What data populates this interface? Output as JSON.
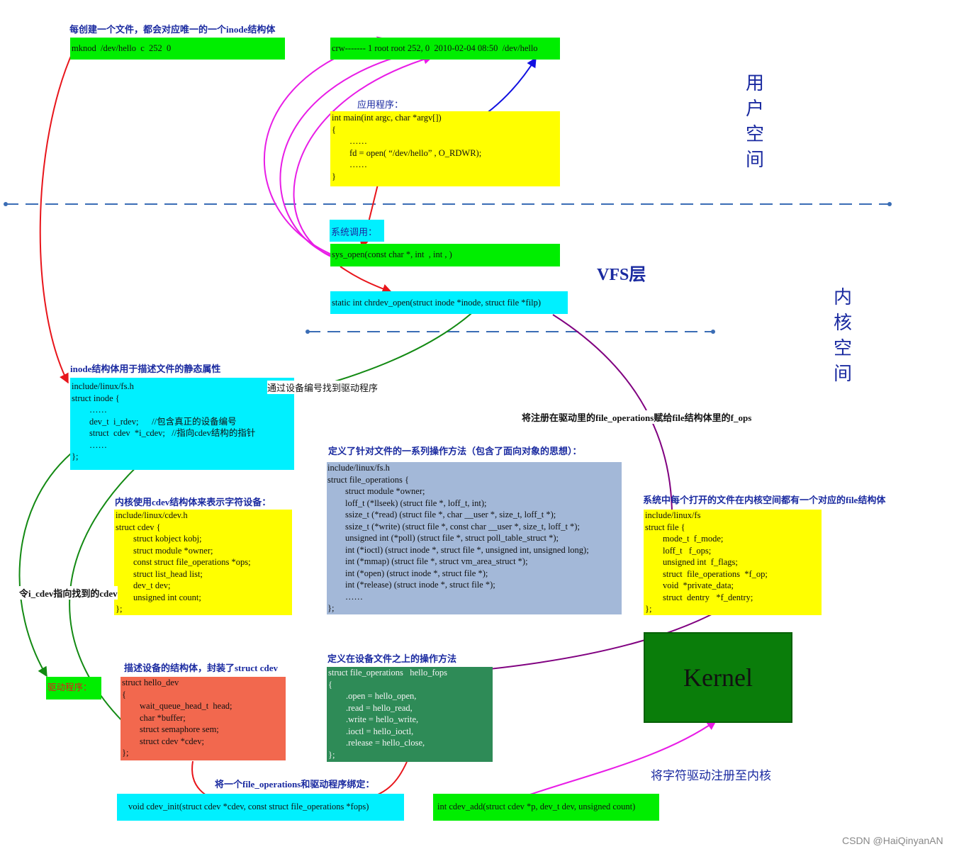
{
  "captions": {
    "mknod": "每创建一个文件，都会对应唯一的一个inode结构体",
    "app": "应用程序：",
    "syscall": "系统调用：",
    "inode": "inode结构体用于描述文件的静态属性",
    "find_driver": "通过设备编号找到驱动程序",
    "assign_fops": "将注册在驱动里的file_operations赋给file结构体里的f_ops",
    "fops_def": "定义了针对文件的一系列操作方法（包含了面向对象的思想）：",
    "cdev_def": "内核使用cdev结构体来表示字符设备：",
    "file_def": "系统中每个打开的文件在内核空间都有一个对应的file结构体",
    "point_cdev": "令i_cdev指向找到的cdev",
    "driver": "驱动程序：",
    "hello_dev_def": "描述设备的结构体，封装了struct cdev",
    "hello_fops_def": "定义在设备文件之上的操作方法",
    "bind": "将一个file_operations和驱动程序绑定：",
    "register": "将字符驱动注册至内核"
  },
  "labels": {
    "user_space": [
      "用",
      "户",
      "空",
      "间"
    ],
    "kernel_space": [
      "内",
      "核",
      "空",
      "间"
    ],
    "vfs": "VFS层",
    "kernel": "Kernel",
    "watermark": "CSDN @HaiQinyanAN"
  },
  "boxes": {
    "mknod": [
      "mknod  /dev/hello  c  252  0"
    ],
    "ls": [
      "crw------- 1 root root 252, 0  2010-02-04 08:50  /dev/hello"
    ],
    "main": [
      "int main(int argc, char *argv[])",
      "{",
      "        ……",
      "        fd = open( “/dev/hello” , O_RDWR);",
      "        ……",
      "}"
    ],
    "sys_open": [
      "sys_open(const char *, int  , int , )"
    ],
    "chrdev_open": [
      "static int chrdev_open(struct inode *inode, struct file *filp)"
    ],
    "inode": [
      "include/linux/fs.h",
      "struct inode {",
      "        ……",
      "        dev_t  i_rdev;      //包含真正的设备编号",
      "        struct  cdev  *i_cdev;   //指向cdev结构的指针",
      "        ……",
      "};"
    ],
    "fops": [
      "include/linux/fs.h",
      "struct file_operations {",
      "        struct module *owner;",
      "        loff_t (*llseek) (struct file *, loff_t, int);",
      "        ssize_t (*read) (struct file *, char __user *, size_t, loff_t *);",
      "        ssize_t (*write) (struct file *, const char __user *, size_t, loff_t *);",
      "        unsigned int (*poll) (struct file *, struct poll_table_struct *);",
      "        int (*ioctl) (struct inode *, struct file *, unsigned int, unsigned long);",
      "        int (*mmap) (struct file *, struct vm_area_struct *);",
      "        int (*open) (struct inode *, struct file *);",
      "        int (*release) (struct inode *, struct file *);",
      "        ……",
      "};"
    ],
    "cdev": [
      "include/linux/cdev.h",
      "struct cdev {",
      "        struct kobject kobj;",
      "        struct module *owner;",
      "        const struct file_operations *ops;",
      "        struct list_head list;",
      "        dev_t dev;",
      "        unsigned int count;",
      "};"
    ],
    "file": [
      "include/linux/fs",
      "struct file {",
      "        mode_t  f_mode;",
      "        loff_t   f_ops;",
      "        unsigned int  f_flags;",
      "        struct  file_operations  *f_op;",
      "        void  *private_data;",
      "        struct  dentry   *f_dentry;",
      "};"
    ],
    "hello_dev": [
      "struct hello_dev",
      "{",
      "        wait_queue_head_t  head;",
      "        char *buffer;",
      "        struct semaphore sem;",
      "        struct cdev *cdev;",
      "};"
    ],
    "hello_fops": [
      "struct file_operations   hello_fops",
      "{",
      "        .open = hello_open,",
      "        .read = hello_read,",
      "        .write = hello_write,",
      "        .ioctl = hello_ioctl,",
      "        .release = hello_close,",
      "};"
    ],
    "cdev_init": [
      "void cdev_init(struct cdev *cdev, const struct file_operations *fops)"
    ],
    "cdev_add": [
      "int cdev_add(struct cdev *p, dev_t dev, unsigned count)"
    ]
  },
  "colors": {
    "green": "#00ee00",
    "yellow": "#ffff00",
    "cyan": "#00f0ff",
    "steel": "#a3b8d8",
    "salmon": "#f2684e",
    "sea": "#2e8b57",
    "kernel": "#0a7d0a",
    "red_arrow": "#e8151b",
    "magenta_arrow": "#e81de6",
    "blue_arrow": "#1010e0",
    "green_arrow": "#138a13",
    "purple_arrow": "#800080",
    "dashed_line": "#3a6db5"
  }
}
